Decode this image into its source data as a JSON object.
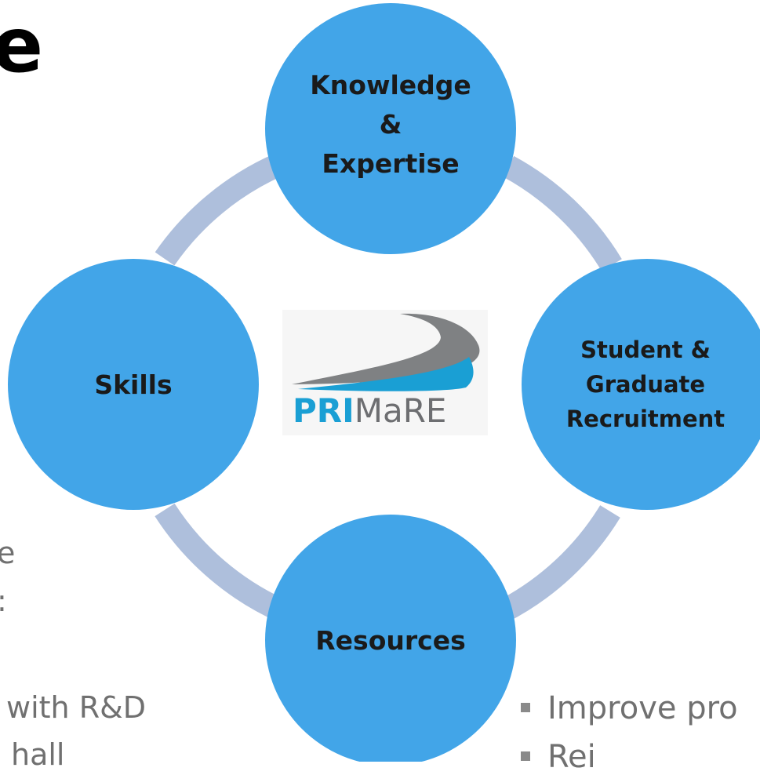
{
  "heading_fragment": "e",
  "center_logo": {
    "text_primary": "PRI",
    "text_secondary": "MaRE"
  },
  "nodes": {
    "top": [
      "Knowledge",
      "&",
      "Expertise"
    ],
    "left": [
      "Skills"
    ],
    "right": [
      "Student &",
      "Graduate",
      "Recruitment"
    ],
    "bottom": [
      "Resources"
    ]
  },
  "left_fragments": [
    "e",
    ":",
    "with R&D",
    "hall"
  ],
  "right_fragments": {
    "line1": "Improve pro",
    "line2": "Rei"
  },
  "colors": {
    "node": "#42a5e8",
    "ring": "#aebfdc",
    "logo_blue": "#1a9fd4",
    "logo_gray": "#6d6e71"
  }
}
